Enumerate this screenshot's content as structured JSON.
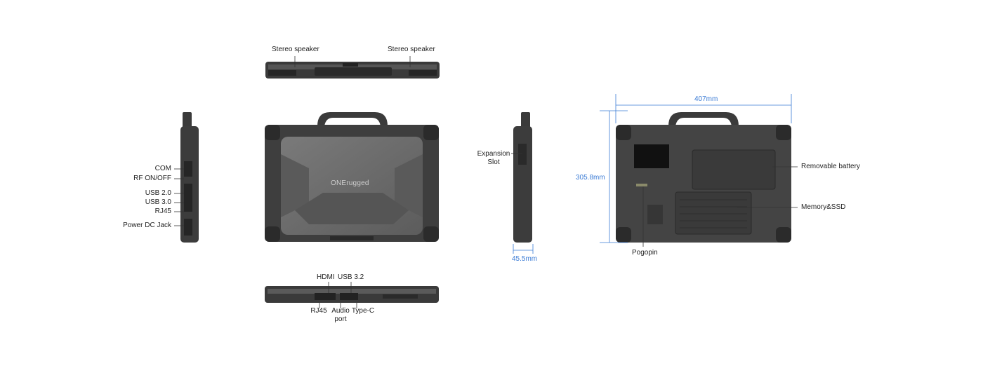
{
  "brand": "ONErugged",
  "top_view": {
    "labels": [
      "Stereo speaker",
      "Stereo speaker"
    ]
  },
  "left_view": {
    "labels": [
      "COM",
      "RF ON/OFF",
      "USB 2.0",
      "USB 3.0",
      "RJ45",
      "Power DC Jack"
    ]
  },
  "bottom_view": {
    "labels_top": [
      "HDMI",
      "USB 3.2"
    ],
    "labels_bottom": [
      "RJ45",
      "Audio\nport",
      "Type-C"
    ]
  },
  "right_view": {
    "labels": [
      "Expansion\nSlot"
    ],
    "depth": "45.5mm"
  },
  "back_view": {
    "width": "407mm",
    "height": "305.8mm",
    "labels": [
      "Removable battery",
      "Memory&SSD",
      "Pogopin"
    ]
  },
  "colors": {
    "device_body": "#4a4a4a",
    "device_dark": "#2e2e2e",
    "panel": "#6b6b6b",
    "dimension": "#3a7bd5"
  }
}
